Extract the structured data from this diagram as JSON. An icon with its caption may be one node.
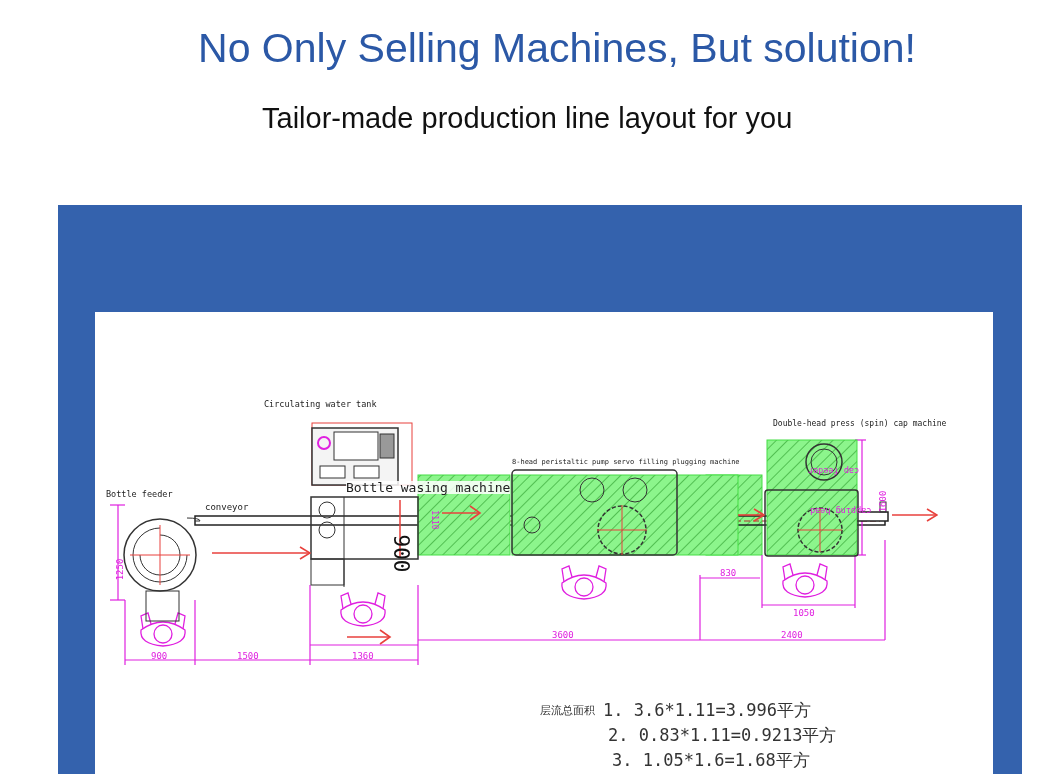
{
  "diagram": {
    "title": "No Only Selling Machines, But solution!",
    "nodes": [
      {
        "text": [
          "Bottle feeder"
        ]
      },
      {
        "text": [
          "Circulating water tank"
        ]
      },
      {
        "text": [
          "Bottle wasing machine"
        ]
      },
      {
        "text": [
          "8-head peristaltic pump servo filling plugging machine"
        ]
      },
      {
        "text": [
          "Double-head press (spin) cap machine"
        ]
      }
    ],
    "edges": [
      {
        "from": 0,
        "to": 2,
        "arrow": "to"
      },
      {
        "from": 3,
        "to": 4,
        "arrow": "to"
      },
      {
        "from": 4,
        "to": null,
        "arrow": "to"
      }
    ],
    "labels": [
      "Tailor-made production line layout for you",
      "conveyor",
      "900",
      "1110",
      "cap feeder",
      "capping head",
      "1600",
      "1250",
      "830",
      "1050",
      "900",
      "1500",
      "1360",
      "3600",
      "2400",
      "层流总面积",
      "1. 3.6*1.11=3.996平方",
      "2. 0.83*1.11=0.9213平方",
      "3. 1.05*1.6=1.68平方"
    ]
  }
}
